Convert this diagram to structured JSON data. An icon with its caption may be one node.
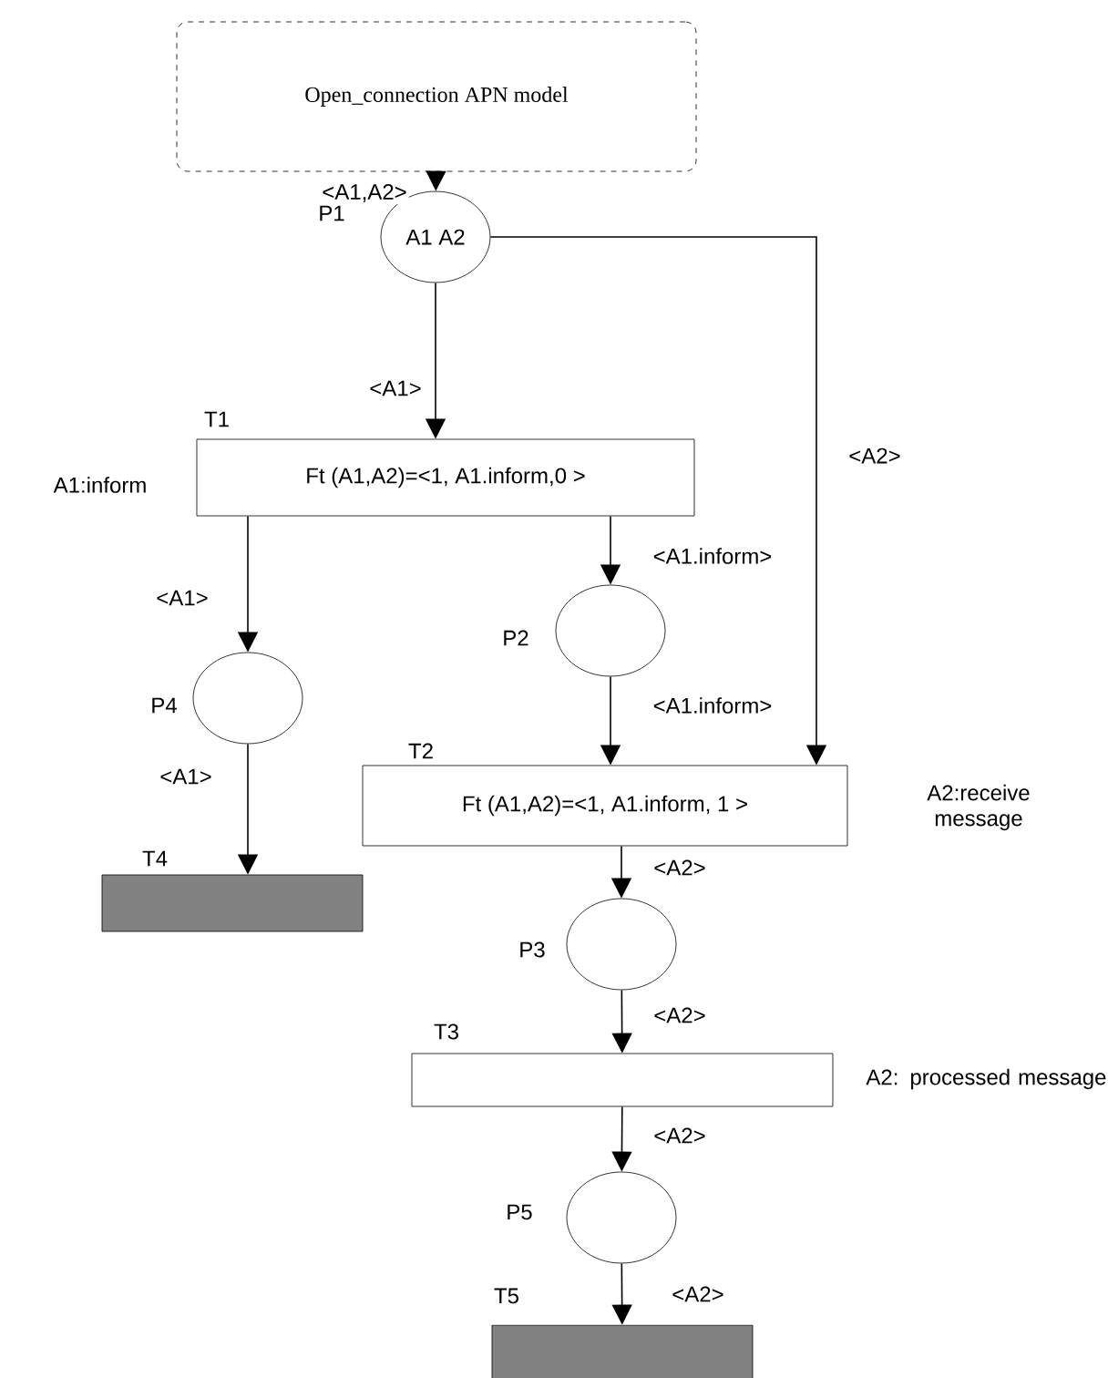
{
  "diagram": {
    "nodes": [
      {
        "text": [
          "Open_connection APN model"
        ]
      },
      {
        "text": [
          "A1 A2"
        ],
        "beside": [
          "P1"
        ]
      },
      {
        "text": [
          "Ft (A1,A2)=<1, A1.inform,0 >"
        ],
        "beside": [
          "T1",
          "A1:inform"
        ]
      },
      {
        "text": [],
        "shape": "circle",
        "beside": [
          "P2"
        ]
      },
      {
        "text": [],
        "shape": "circle",
        "beside": [
          "P4"
        ]
      },
      {
        "text": [
          "Ft (A1,A2)=<1, A1.inform, 1 >"
        ],
        "beside": [
          "T2",
          "A2:receive message"
        ]
      },
      {
        "text": [],
        "shape": "bar",
        "beside": [
          "T4"
        ]
      },
      {
        "text": [],
        "shape": "circle",
        "beside": [
          "P3"
        ]
      },
      {
        "text": [],
        "shape": "box",
        "beside": [
          "T3",
          "A2: processed message"
        ]
      },
      {
        "text": [],
        "shape": "circle",
        "beside": [
          "P5"
        ]
      },
      {
        "text": [],
        "shape": "bar",
        "beside": [
          "T5"
        ]
      }
    ],
    "edges": [
      {
        "from": 0,
        "to": 1,
        "arrow": "to",
        "label": "<A1,A2>"
      },
      {
        "from": 1,
        "to": 2,
        "arrow": "to",
        "label": "<A1>"
      },
      {
        "from": 1,
        "to": 5,
        "arrow": "to",
        "label": "<A2>"
      },
      {
        "from": 2,
        "to": 4,
        "arrow": "to",
        "label": "<A1>"
      },
      {
        "from": 2,
        "to": 3,
        "arrow": "to",
        "label": "<A1.inform>"
      },
      {
        "from": 3,
        "to": 5,
        "arrow": "to",
        "label": "<A1.inform>"
      },
      {
        "from": 4,
        "to": 6,
        "arrow": "to",
        "label": "<A1>"
      },
      {
        "from": 5,
        "to": 7,
        "arrow": "to",
        "label": "<A2>"
      },
      {
        "from": 7,
        "to": 8,
        "arrow": "to",
        "label": "<A2>"
      },
      {
        "from": 8,
        "to": 9,
        "arrow": "to",
        "label": "<A2>"
      },
      {
        "from": 9,
        "to": 10,
        "arrow": "to",
        "label": "<A2>"
      }
    ]
  }
}
